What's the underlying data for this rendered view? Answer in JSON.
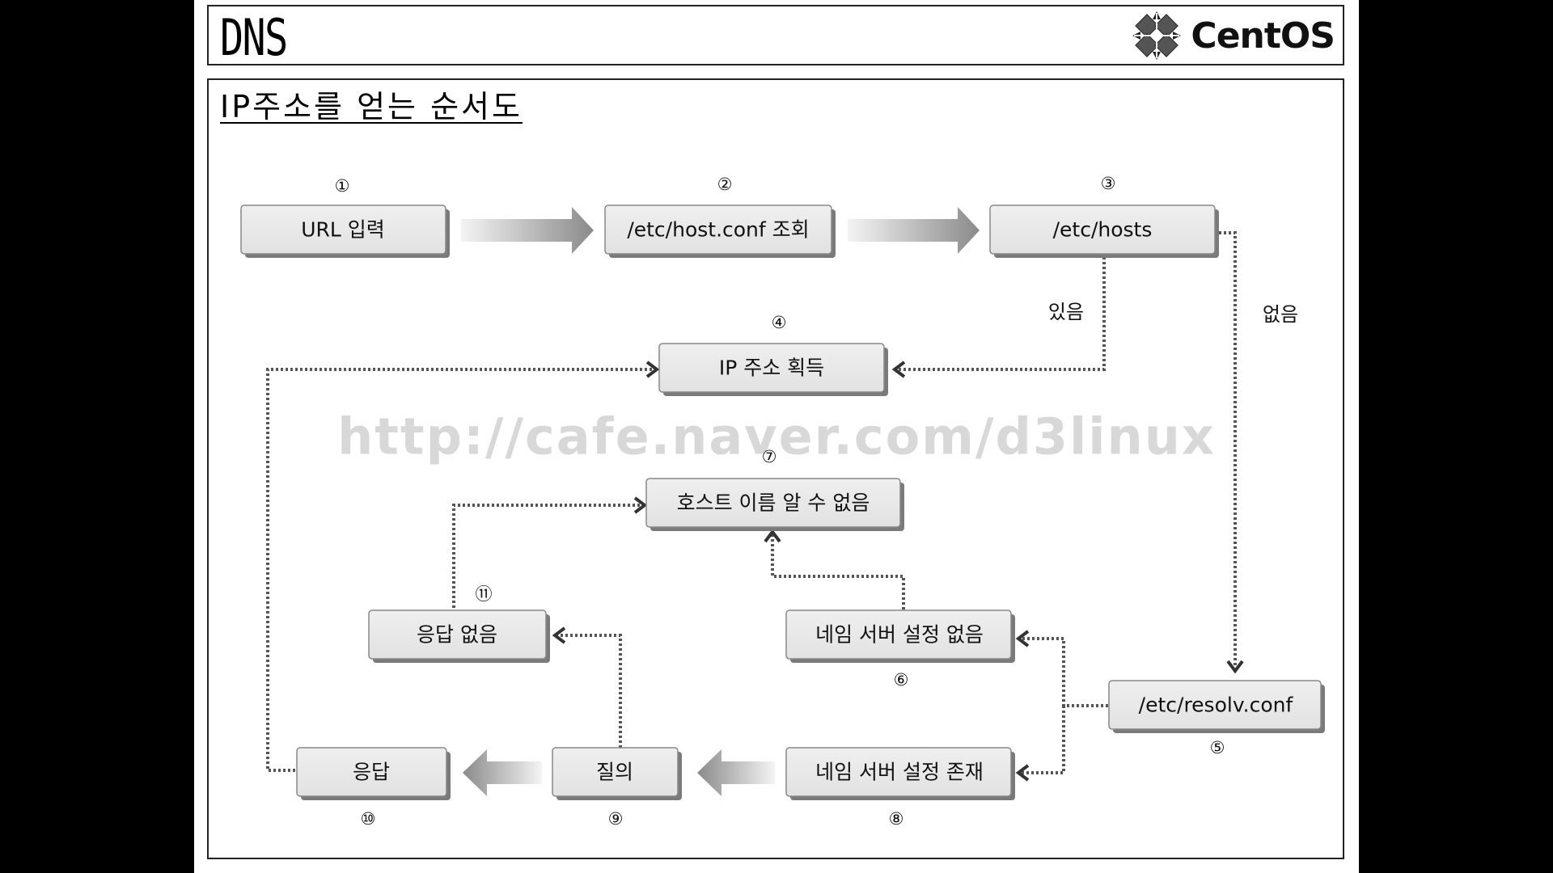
{
  "header": {
    "title": "DNS",
    "logo_text": "CentOS"
  },
  "content": {
    "subtitle": "IP주소를 얻는 순서도"
  },
  "watermark": "http://cafe.naver.com/d3linux",
  "nodes": {
    "url_input": "URL 입력",
    "host_conf": "/etc/host.conf 조회",
    "hosts": "/etc/hosts",
    "ip_acquire": "IP 주소 획득",
    "resolv_conf": "/etc/resolv.conf",
    "no_nameserver": "네임 서버 설정 없음",
    "unknown_host": "호스트 이름 알 수 없음",
    "nameserver_exists": "네임 서버 설정 존재",
    "query": "질의",
    "response": "응답",
    "no_response": "응답 없음"
  },
  "numbers": {
    "n1": "①",
    "n2": "②",
    "n3": "③",
    "n4": "④",
    "n5": "⑤",
    "n6": "⑥",
    "n7": "⑦",
    "n8": "⑧",
    "n9": "⑨",
    "n10": "⑩",
    "n11": "⑪"
  },
  "edge_labels": {
    "found": "있음",
    "not_found": "없음"
  }
}
